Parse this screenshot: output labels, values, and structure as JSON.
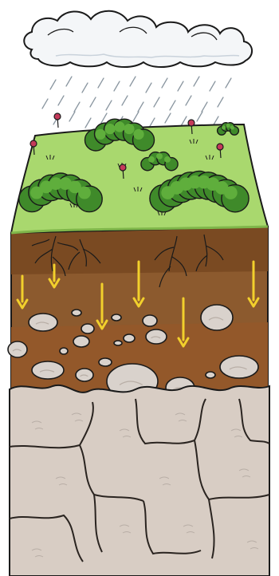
{
  "diagram": {
    "type": "soil-profile-illustration",
    "elements": [
      "rain-cloud",
      "rain",
      "grass-surface",
      "shrubs",
      "flowers",
      "topsoil-with-roots",
      "water-infiltration-arrows",
      "stony-subsoil",
      "bedrock"
    ]
  },
  "colors": {
    "outline": "#1a1a1a",
    "cloud": "#f4f6f8",
    "cloud_shade": "#c9d2db",
    "rain": "#8a96a0",
    "grass": "#a9d86e",
    "grass_dark": "#7fb64a",
    "shrub": "#3f8a2a",
    "shrub_light": "#5fae3c",
    "flower": "#c43a5a",
    "topsoil": "#7a4a22",
    "topsoil_light": "#8c5a2e",
    "subsoil": "#93582a",
    "stone": "#d9d2cc",
    "stone_shade": "#b8aea6",
    "bedrock": "#d8cdc4",
    "bedrock_line": "#2a2420",
    "arrow": "#f2d02c"
  },
  "arrows_count": 6
}
